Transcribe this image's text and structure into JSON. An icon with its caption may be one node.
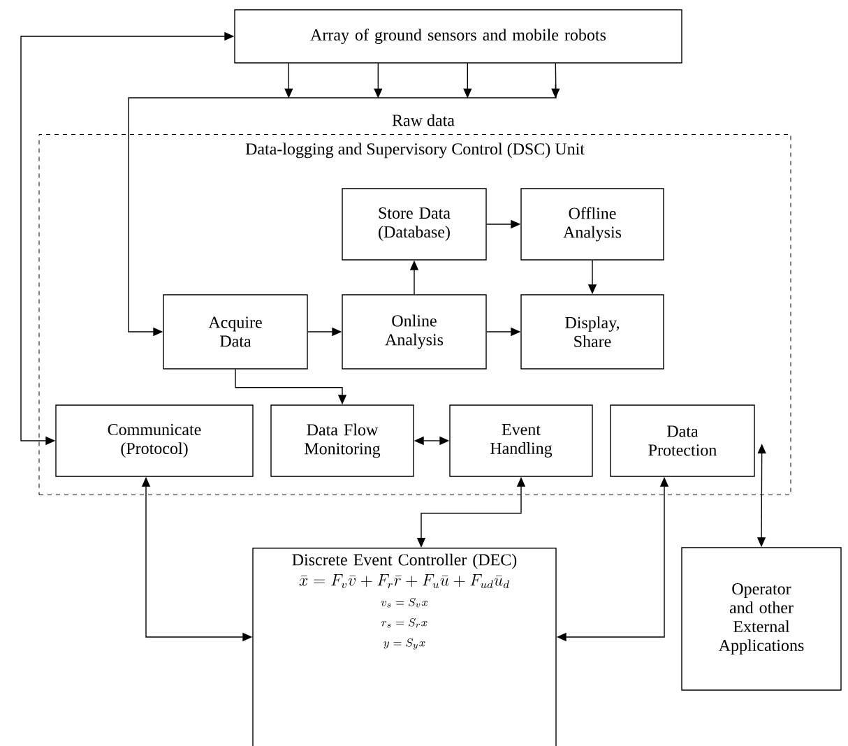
{
  "diagram": {
    "nodes": [
      {
        "text": [
          "Array of ground sensors and mobile robots"
        ]
      },
      {
        "text": [
          "Data-logging and Supervisory Control (DSC) Unit"
        ]
      },
      {
        "text": [
          "Store Data (Database)"
        ],
        "in": 1
      },
      {
        "text": [
          "Offline Analysis"
        ],
        "in": 1
      },
      {
        "text": [
          "Acquire Data"
        ],
        "in": 1
      },
      {
        "text": [
          "Online Analysis"
        ],
        "in": 1
      },
      {
        "text": [
          "Display, Share"
        ],
        "in": 1
      },
      {
        "text": [
          "Communicate (Protocol)"
        ],
        "in": 1
      },
      {
        "text": [
          "Data Flow Monitoring"
        ],
        "in": 1
      },
      {
        "text": [
          "Event Handling"
        ],
        "in": 1
      },
      {
        "text": [
          "Data Protection"
        ],
        "in": 1
      },
      {
        "text": [
          "Discrete Event Controller (DEC)",
          "\\bar{x} = F_v\\bar{v} + F_r\\bar{r} + F_u\\bar{u} + F_{ud}\\bar{u}_d",
          "v_s = S_v x",
          "r_s = S_r x",
          "y = S_y x"
        ]
      },
      {
        "text": [
          "Operator and other External Applications"
        ]
      }
    ],
    "edges": [
      {
        "from": 0,
        "to": 4,
        "arrow": "to"
      },
      {
        "from": 7,
        "to": 0,
        "arrow": "both"
      },
      {
        "from": 4,
        "to": 5,
        "arrow": "to"
      },
      {
        "from": 5,
        "to": 6,
        "arrow": "to"
      },
      {
        "from": 5,
        "to": 2,
        "arrow": "to"
      },
      {
        "from": 2,
        "to": 3,
        "arrow": "to"
      },
      {
        "from": 3,
        "to": 6,
        "arrow": "to"
      },
      {
        "from": 4,
        "to": 8,
        "arrow": "to"
      },
      {
        "from": 8,
        "to": 9,
        "arrow": "both"
      },
      {
        "from": 9,
        "to": 11,
        "arrow": "both"
      },
      {
        "from": 7,
        "to": 11,
        "arrow": "both"
      },
      {
        "from": 10,
        "to": 11,
        "arrow": "both"
      },
      {
        "from": 10,
        "to": 12,
        "arrow": "both"
      }
    ],
    "labels": [
      "Raw data"
    ]
  }
}
